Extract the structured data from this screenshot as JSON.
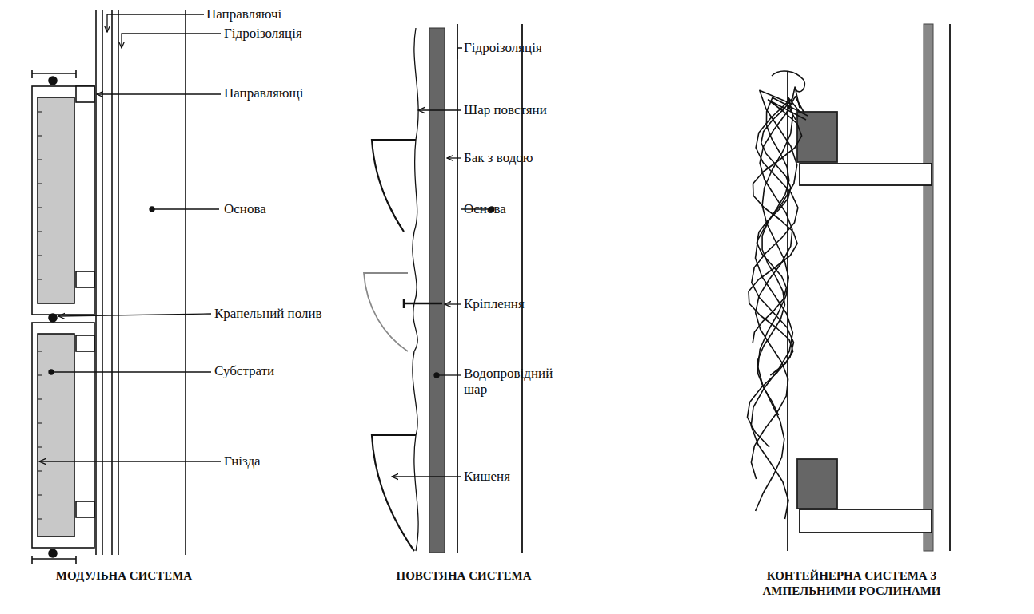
{
  "diagram": {
    "caption": "КОНТЕЙНЕРНА СИСТЕМА З АМПЕЛЬНИМИ РОСЛИНАМИ",
    "labels": [
      "Направляючі",
      "Гідроізоляція",
      "Направляющі",
      "Основа",
      "Крапельний полив",
      "Субстрати",
      "Гнізда",
      "Гідроізоляція",
      "Шар повстяни",
      "Бак з водою",
      "Основа",
      "Кріплення",
      "Водопровідний шар",
      "Кишеня",
      "МОДУЛЬНА СИСТЕМА",
      "ПОВСТЯНА СИСТЕМА"
    ]
  }
}
